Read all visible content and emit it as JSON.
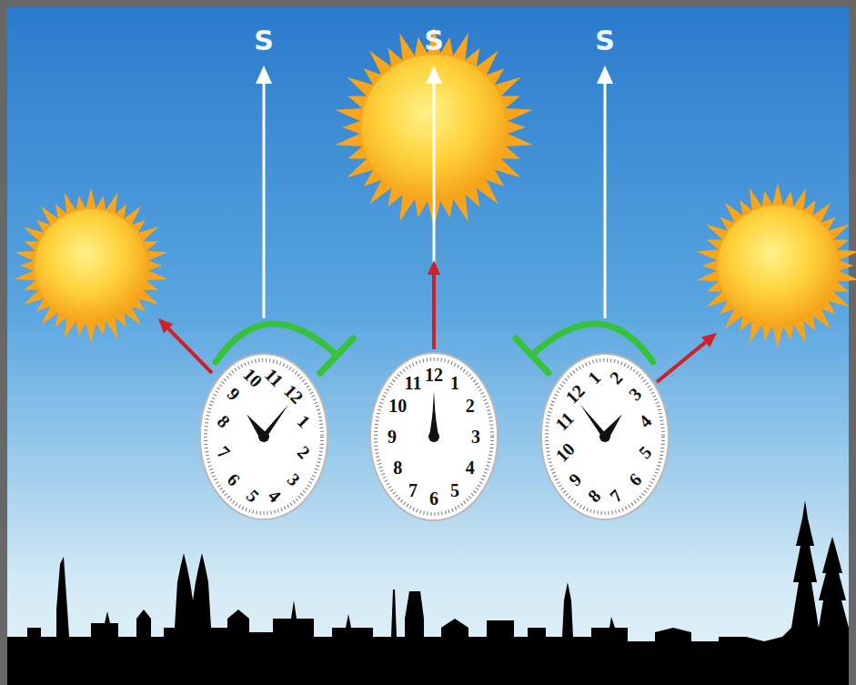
{
  "diagram": {
    "nodes": [
      {
        "text": [
          "12",
          "1",
          "2",
          "3",
          "4",
          "5",
          "6",
          "7",
          "8",
          "9",
          "10",
          "11"
        ]
      },
      {
        "text": [
          "12",
          "1",
          "2",
          "3",
          "4",
          "5",
          "6",
          "7",
          "8",
          "9",
          "10",
          "11"
        ]
      },
      {
        "text": [
          "12",
          "1",
          "2",
          "3",
          "4",
          "5",
          "6",
          "7",
          "8",
          "9",
          "10",
          "11"
        ]
      }
    ],
    "labels": [
      "S",
      "S",
      "S"
    ]
  }
}
